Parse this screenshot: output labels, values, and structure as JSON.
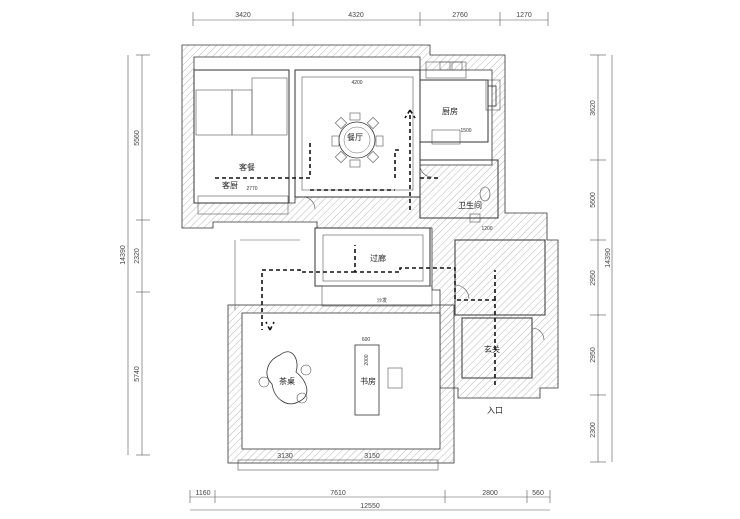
{
  "dimensions": {
    "top": [
      "3420",
      "4320",
      "2760",
      "1270"
    ],
    "bottom_segments": [
      "1160",
      "7610",
      "2800",
      "560"
    ],
    "bottom_total": "12550",
    "left": [
      "5560",
      "2320",
      "5740"
    ],
    "left_total": "14390",
    "right": [
      "3620",
      "5600",
      "2950",
      "2950",
      "2300"
    ],
    "right_total": "14390",
    "interior_bottom": [
      "3130",
      "3150"
    ],
    "interior_small": [
      "4200",
      "1500",
      "600",
      "2000",
      "2770",
      "1200"
    ]
  },
  "rooms": {
    "living": "餐厅",
    "kitchen": "厨房",
    "bedroom_upper": "客餐",
    "bedroom_lower": "客厨",
    "bathroom": "卫生间",
    "hallway": "过廊",
    "foyer": "玄关",
    "tea": "茶桌",
    "study": "书房",
    "entrance": "入口",
    "sofa_label": "沙发"
  },
  "colors": {
    "line": "#333333",
    "hatch": "#888888",
    "route": "#111111",
    "background": "#ffffff"
  }
}
